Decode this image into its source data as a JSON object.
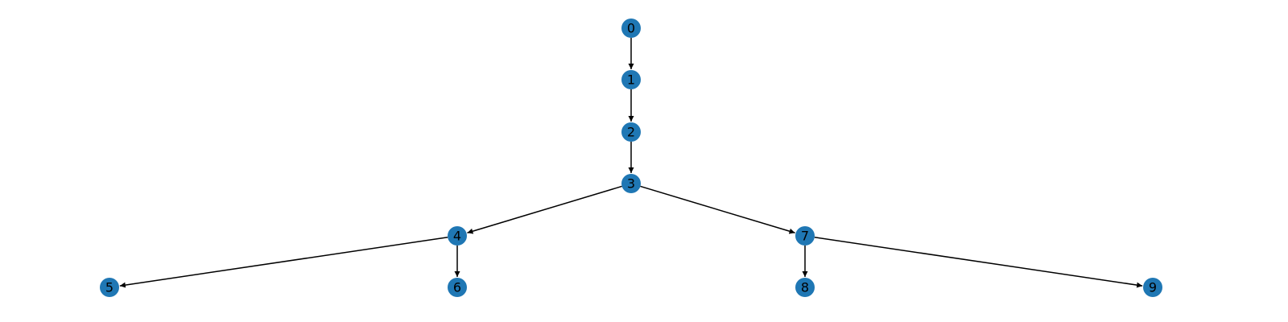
{
  "graph": {
    "node_color": "#1f77b4",
    "edge_color": "#000000",
    "directed": true,
    "nodes": [
      {
        "id": "0",
        "label": "0"
      },
      {
        "id": "1",
        "label": "1"
      },
      {
        "id": "2",
        "label": "2"
      },
      {
        "id": "3",
        "label": "3"
      },
      {
        "id": "4",
        "label": "4"
      },
      {
        "id": "5",
        "label": "5"
      },
      {
        "id": "6",
        "label": "6"
      },
      {
        "id": "7",
        "label": "7"
      },
      {
        "id": "8",
        "label": "8"
      },
      {
        "id": "9",
        "label": "9"
      }
    ],
    "edges": [
      {
        "source": "0",
        "target": "1"
      },
      {
        "source": "1",
        "target": "2"
      },
      {
        "source": "2",
        "target": "3"
      },
      {
        "source": "3",
        "target": "4"
      },
      {
        "source": "3",
        "target": "7"
      },
      {
        "source": "4",
        "target": "5"
      },
      {
        "source": "4",
        "target": "6"
      },
      {
        "source": "7",
        "target": "8"
      },
      {
        "source": "7",
        "target": "9"
      }
    ]
  }
}
